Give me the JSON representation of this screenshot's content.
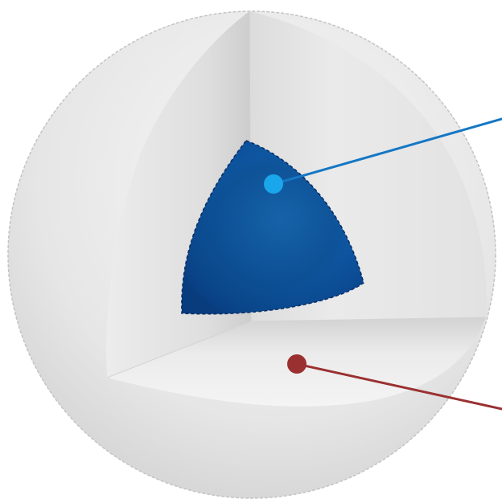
{
  "diagram": {
    "kind": "sphere-cutaway",
    "parts": [
      {
        "id": "outer-shell",
        "role": "outer shell",
        "color": "#d9d9d9"
      },
      {
        "id": "inner-core",
        "role": "core",
        "color": "#1565b8"
      }
    ],
    "callouts": [
      {
        "target": "inner-core",
        "dot_color": "#1aa6ea",
        "line_color": "#1577c4",
        "label": ""
      },
      {
        "target": "outer-shell",
        "dot_color": "#9b3030",
        "line_color": "#9b3030",
        "label": ""
      }
    ]
  }
}
